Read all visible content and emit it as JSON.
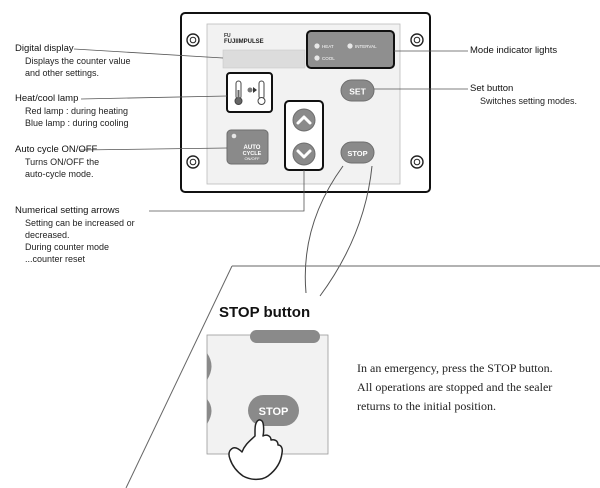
{
  "panel": {
    "brand": "FUJIIMPULSE",
    "brand_mark": "FU",
    "indicators": {
      "heat": "HEAT",
      "interval": "INTERVAL",
      "cool": "COOL"
    },
    "set_label": "SET",
    "auto_label": [
      "AUTO",
      "CYCLE",
      "ON/OFF"
    ],
    "stop_label": "STOP"
  },
  "callouts": [
    {
      "id": "digital-display",
      "title": "Digital display",
      "desc": [
        "Displays the counter value",
        "and other settings."
      ]
    },
    {
      "id": "heat-cool-lamp",
      "title": "Heat/cool lamp",
      "desc": [
        "Red lamp : during heating",
        "Blue lamp : during cooling"
      ]
    },
    {
      "id": "auto-cycle",
      "title": "Auto cycle ON/OFF",
      "desc": [
        "Turns ON/OFF the",
        "auto-cycle mode."
      ]
    },
    {
      "id": "numerical-arrows",
      "title": "Numerical setting arrows",
      "desc": [
        "Setting can be increased or",
        "decreased.",
        "During counter mode",
        "...counter reset"
      ]
    },
    {
      "id": "mode-lights",
      "title": "Mode indicator lights",
      "desc": []
    },
    {
      "id": "set-button",
      "title": "Set button",
      "desc": [
        "Switches setting modes."
      ]
    }
  ],
  "detail": {
    "title": "STOP button",
    "stop_label": "STOP",
    "description": [
      "In an emergency, press the STOP button.",
      "All operations are stopped and the sealer",
      "returns to the initial position."
    ]
  },
  "colors": {
    "panel_bg": "#ededed",
    "button_gray": "#8a8a8a",
    "outline": "#111111",
    "display": "#dcdcdc"
  }
}
